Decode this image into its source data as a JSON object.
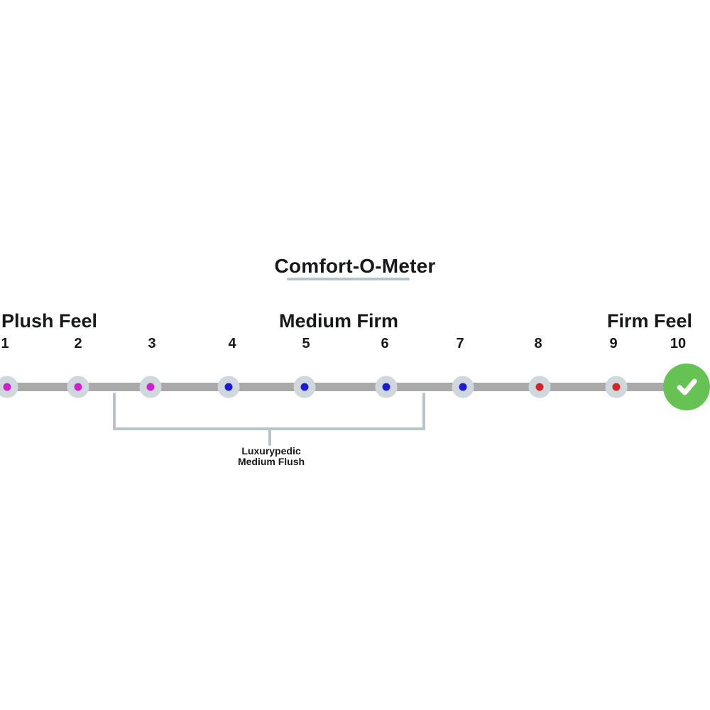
{
  "title": {
    "text": "Comfort-O-Meter"
  },
  "labels": {
    "left": "Plush Feel",
    "center": "Medium Firm",
    "right": "Firm Feel"
  },
  "scale": {
    "min": 1,
    "max": 10,
    "ticks": [
      "1",
      "2",
      "3",
      "4",
      "5",
      "6",
      "7",
      "8",
      "9",
      "10"
    ],
    "dots": [
      {
        "value": 1,
        "color": "#cf1fcf",
        "zone": "plush"
      },
      {
        "value": 2,
        "color": "#cf1fcf",
        "zone": "plush"
      },
      {
        "value": 3,
        "color": "#cf1fcf",
        "zone": "plush"
      },
      {
        "value": 4,
        "color": "#1c1cd2",
        "zone": "medium"
      },
      {
        "value": 5,
        "color": "#1c1cd2",
        "zone": "medium"
      },
      {
        "value": 6,
        "color": "#1c1cd2",
        "zone": "medium"
      },
      {
        "value": 7,
        "color": "#1c1cd2",
        "zone": "medium"
      },
      {
        "value": 8,
        "color": "#d62328",
        "zone": "firm"
      },
      {
        "value": 9,
        "color": "#d62328",
        "zone": "firm"
      }
    ],
    "selected_position": {
      "value": 10,
      "marker": "green-check-circle"
    }
  },
  "bracket": {
    "label_line1": "Luxurypedic",
    "label_line2": "Medium Flush",
    "covers_ticks_from": 2.5,
    "covers_ticks_to": 6.5
  },
  "colors": {
    "bar": "#a9a9a9",
    "halo": "#cfd8dd",
    "bracket": "#b9c3ca",
    "underline": "#b9c3ca",
    "green": "#66c353",
    "text": "#17181a"
  }
}
